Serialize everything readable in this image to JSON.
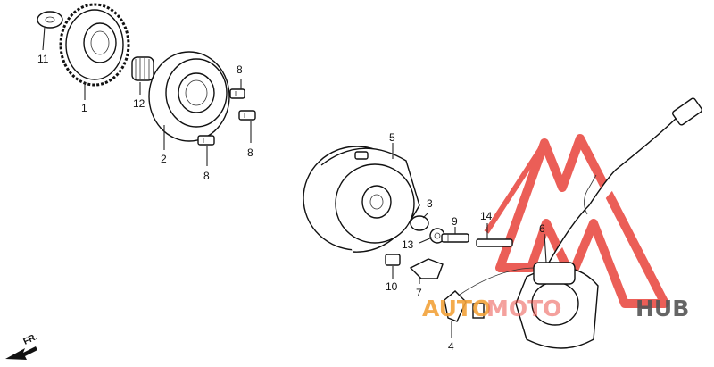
{
  "callouts": [
    {
      "id": "11",
      "label": "11"
    },
    {
      "id": "1",
      "label": "1"
    },
    {
      "id": "12",
      "label": "12"
    },
    {
      "id": "2",
      "label": "2"
    },
    {
      "id": "8a",
      "label": "8"
    },
    {
      "id": "8b",
      "label": "8"
    },
    {
      "id": "8c",
      "label": "8"
    },
    {
      "id": "5",
      "label": "5"
    },
    {
      "id": "3",
      "label": "3"
    },
    {
      "id": "9",
      "label": "9"
    },
    {
      "id": "14",
      "label": "14"
    },
    {
      "id": "13",
      "label": "13"
    },
    {
      "id": "6",
      "label": "6"
    },
    {
      "id": "10",
      "label": "10"
    },
    {
      "id": "7",
      "label": "7"
    },
    {
      "id": "4",
      "label": "4"
    }
  ],
  "direction": {
    "label": "FR."
  },
  "watermark": {
    "part1": "AUTO",
    "part2": "MOTO",
    "part3": "HUB",
    "color_red": "#e8423a",
    "color_orange": "#f2a23a",
    "color_dark": "#555555"
  }
}
